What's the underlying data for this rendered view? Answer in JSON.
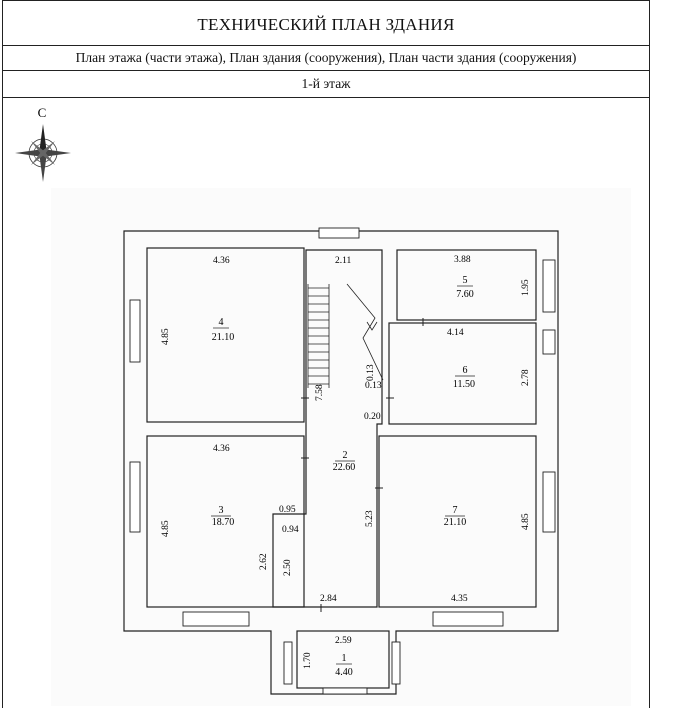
{
  "header": {
    "title": "ТЕХНИЧЕСКИЙ ПЛАН ЗДАНИЯ",
    "subtitle": "План этажа (части этажа), План здания (сооружения), План части здания (сооружения)",
    "floor": "1-й этаж"
  },
  "compass": {
    "north_label": "С"
  },
  "rooms": [
    {
      "number": "1",
      "area": "4.40"
    },
    {
      "number": "2",
      "area": "22.60"
    },
    {
      "number": "3",
      "area": "18.70"
    },
    {
      "number": "4",
      "area": "21.10"
    },
    {
      "number": "5",
      "area": "7.60"
    },
    {
      "number": "6",
      "area": "11.50"
    },
    {
      "number": "7",
      "area": "21.10"
    }
  ],
  "dimensions": {
    "r4_top": "4.36",
    "r4_left": "4.85",
    "stair_top": "2.11",
    "hall_left": "7.58",
    "r5_top": "3.88",
    "r5_right": "1.95",
    "r6_top": "4.14",
    "r6_right": "2.78",
    "d_013a": "0.13",
    "d_013b": "0.13",
    "d_020": "0.20",
    "r3_top": "4.36",
    "r3_left": "4.85",
    "d_095": "0.95",
    "d_094": "0.94",
    "d_262": "2.62",
    "d_250": "2.50",
    "hall_bottom": "2.84",
    "hall_right": "5.23",
    "r7_right": "4.85",
    "r7_bottom": "4.35",
    "porch_top": "2.59",
    "porch_left": "1.70"
  }
}
